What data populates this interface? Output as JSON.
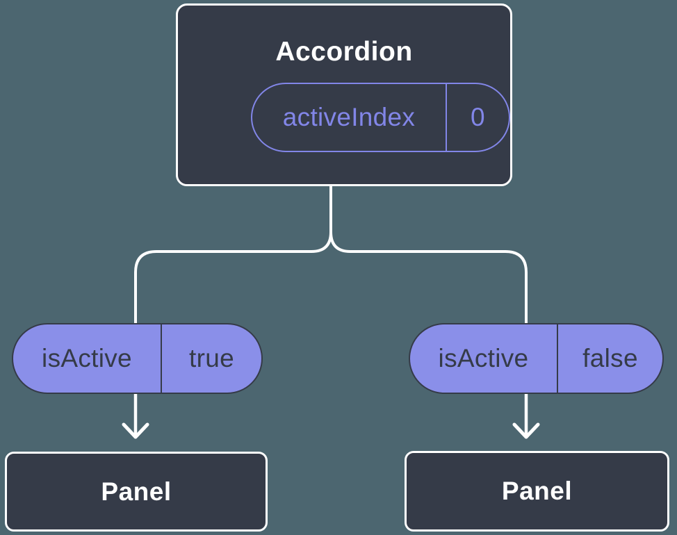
{
  "root_node": {
    "label": "Accordion",
    "state_name": "activeIndex",
    "state_value": "0"
  },
  "left_branch": {
    "prop_name": "isActive",
    "prop_value": "true",
    "child_label": "Panel"
  },
  "right_branch": {
    "prop_name": "isActive",
    "prop_value": "false",
    "child_label": "Panel"
  },
  "icons": {
    "arrow_down_left": "arrow-down",
    "arrow_down_right": "arrow-down"
  },
  "colors": {
    "background": "#4C6670",
    "node_fill": "#353B48",
    "node_border": "#FFFFFF",
    "node_text": "#FFFFFF",
    "pill_fill": "#8A8FE9",
    "pill_outline_accent": "#8286E8",
    "pill_dark_text": "#353B48",
    "connector": "#FFFFFF"
  }
}
